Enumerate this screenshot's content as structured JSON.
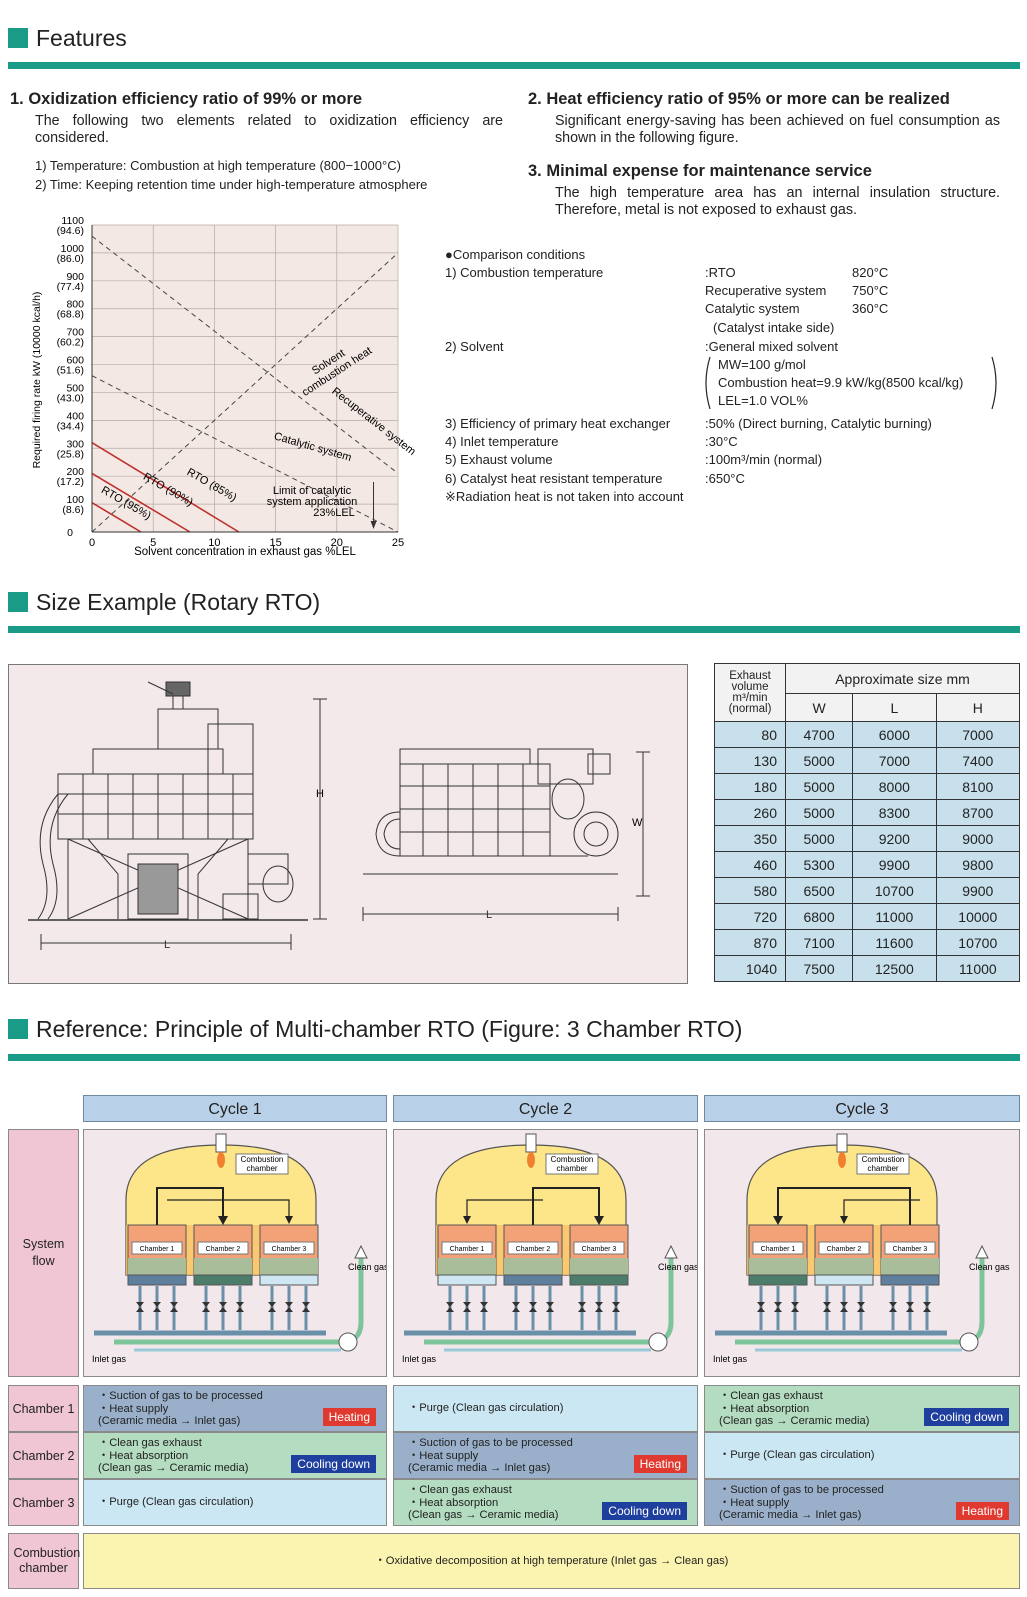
{
  "sections": {
    "features": "Features",
    "size": "Size Example (Rotary RTO)",
    "reference": "Reference: Principle of Multi-chamber RTO (Figure: 3 Chamber RTO)"
  },
  "features": {
    "f1_title": "1. Oxidization efficiency ratio of 99% or more",
    "f1_text": "The following two elements related to oxidization efficiency are considered.",
    "f1_item1": "1) Temperature: Combustion at high temperature (800−1000°C)",
    "f1_item2": "2) Time: Keeping retention time under high-temperature atmosphere",
    "f2_title": "2. Heat efficiency ratio of 95% or more can be realized",
    "f2_text": "Significant energy-saving has been achieved on fuel consumption as shown in the following figure.",
    "f3_title": "3. Minimal expense for maintenance service",
    "f3_text": "The high temperature area has an internal insulation structure. Therefore, metal is not exposed to exhaust gas."
  },
  "chart_data": {
    "type": "line",
    "xlabel": "Solvent concentration in exhaust gas  %LEL",
    "ylabel": "Required firing rate  kW (10000 kcal/h)",
    "xlim": [
      0,
      25
    ],
    "ylim": [
      0,
      1100
    ],
    "x_ticks": [
      "0",
      "5",
      "10",
      "15",
      "20",
      "25"
    ],
    "y_ticks": [
      {
        "v": 0,
        "label": "0",
        "sub": ""
      },
      {
        "v": 100,
        "label": "100",
        "sub": "(8.6)"
      },
      {
        "v": 200,
        "label": "200",
        "sub": "(17.2)"
      },
      {
        "v": 300,
        "label": "300",
        "sub": "(25.8)"
      },
      {
        "v": 400,
        "label": "400",
        "sub": "(34.4)"
      },
      {
        "v": 500,
        "label": "500",
        "sub": "(43.0)"
      },
      {
        "v": 600,
        "label": "600",
        "sub": "(51.6)"
      },
      {
        "v": 700,
        "label": "700",
        "sub": "(60.2)"
      },
      {
        "v": 800,
        "label": "800",
        "sub": "(68.8)"
      },
      {
        "v": 900,
        "label": "900",
        "sub": "(77.4)"
      },
      {
        "v": 1000,
        "label": "1000",
        "sub": "(86.0)"
      },
      {
        "v": 1100,
        "label": "1100",
        "sub": "(94.6)"
      }
    ],
    "grid": true,
    "series": [
      {
        "name": "Solvent combustion heat",
        "x": [
          0,
          25
        ],
        "y": [
          0,
          1000
        ],
        "color": "#444444",
        "dash": true
      },
      {
        "name": "Recuperative system",
        "x": [
          0,
          25
        ],
        "y": [
          1060,
          210
        ],
        "color": "#444444",
        "dash": true
      },
      {
        "name": "Catalytic system",
        "x": [
          0,
          25
        ],
        "y": [
          560,
          0
        ],
        "color": "#444444",
        "dash": true
      },
      {
        "name": "RTO (85%)",
        "x": [
          0,
          12
        ],
        "y": [
          320,
          0
        ],
        "color": "#c0312c",
        "dash": false
      },
      {
        "name": "RTO (90%)",
        "x": [
          0,
          8
        ],
        "y": [
          210,
          0
        ],
        "color": "#c0312c",
        "dash": false
      },
      {
        "name": "RTO (95%)",
        "x": [
          0,
          4
        ],
        "y": [
          105,
          0
        ],
        "color": "#c0312c",
        "dash": false
      }
    ],
    "limit_line": {
      "x": 23,
      "label1": "Limit of catalytic",
      "label2": "system application",
      "label3": "23%LEL"
    }
  },
  "conditions": {
    "title": "●Comparison conditions",
    "c1": "1) Combustion temperature",
    "c1_rto": ":RTO",
    "c1_rto_v": "820°C",
    "c1_rec": "Recuperative system",
    "c1_rec_v": "750°C",
    "c1_cat": "Catalytic system",
    "c1_cat_v": "360°C",
    "c1_cat_note": "(Catalyst intake side)",
    "c2": "2) Solvent",
    "c2_v": ":General mixed solvent",
    "c2_mw": "MW=100 g/mol",
    "c2_heat": "Combustion heat=9.9 kW/kg(8500 kcal/kg)",
    "c2_lel": "LEL=1.0 VOL%",
    "c3": "3) Efficiency of primary heat exchanger",
    "c3_v": ":50% (Direct burning, Catalytic burning)",
    "c4": "4) Inlet temperature",
    "c4_v": ":30°C",
    "c5": "5) Exhaust volume",
    "c5_v": ":100m³/min (normal)",
    "c6": "6) Catalyst heat resistant temperature",
    "c6_v": ":650°C",
    "note": "※Radiation heat is not taken into account"
  },
  "drawing": {
    "H": "H",
    "L": "L",
    "W": "W"
  },
  "size_table": {
    "col0_line1": "Exhaust",
    "col0_line2": "volume",
    "col0_line3": "m³/min",
    "col0_line4": "(normal)",
    "approx": "Approximate size   mm",
    "W": "W",
    "L": "L",
    "H": "H",
    "rows": [
      [
        "80",
        "4700",
        "6000",
        "7000"
      ],
      [
        "130",
        "5000",
        "7000",
        "7400"
      ],
      [
        "180",
        "5000",
        "8000",
        "8100"
      ],
      [
        "260",
        "5000",
        "8300",
        "8700"
      ],
      [
        "350",
        "5000",
        "9200",
        "9000"
      ],
      [
        "460",
        "5300",
        "9900",
        "9800"
      ],
      [
        "580",
        "6500",
        "10700",
        "9900"
      ],
      [
        "720",
        "6800",
        "11000",
        "10000"
      ],
      [
        "870",
        "7100",
        "11600",
        "10700"
      ],
      [
        "1040",
        "7500",
        "12500",
        "11000"
      ]
    ]
  },
  "principle": {
    "cycles": [
      "Cycle 1",
      "Cycle 2",
      "Cycle 3"
    ],
    "row_labels": {
      "system_flow": "System flow",
      "chamber1": "Chamber 1",
      "chamber2": "Chamber 2",
      "chamber3": "Chamber 3",
      "combustion": "Combustion chamber"
    },
    "diagram": {
      "combustion_chamber": "Combustion chamber",
      "chamber1": "Chamber 1",
      "chamber2": "Chamber 2",
      "chamber3": "Chamber 3",
      "clean_gas": "Clean gas",
      "inlet_gas": "Inlet gas"
    },
    "texts": {
      "heat1": "・Suction of gas to be processed",
      "heat2": "・Heat supply",
      "heat3": "(Ceramic media → Inlet gas)",
      "cool1": "・Clean gas exhaust",
      "cool2": "・Heat absorption",
      "cool3": "(Clean gas → Ceramic media)",
      "purge": "・Purge (Clean gas circulation)",
      "heating": "Heating",
      "cooling": "Cooling down",
      "oxid": "・Oxidative decomposition at high temperature (Inlet gas → Clean gas)"
    }
  }
}
